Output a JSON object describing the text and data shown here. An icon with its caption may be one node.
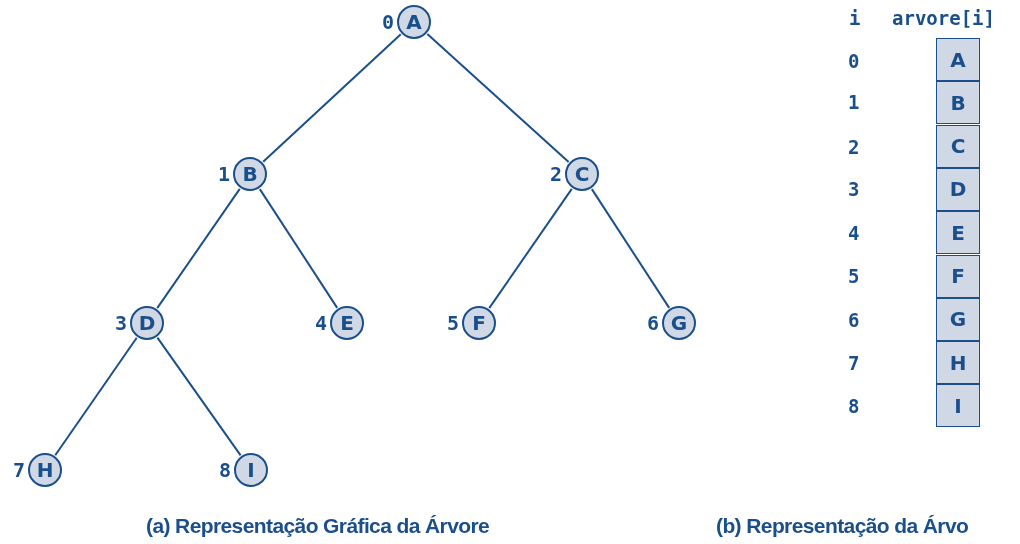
{
  "diagram": {
    "nodes": [
      {
        "text": [
          "A"
        ],
        "beside": [
          "0"
        ]
      },
      {
        "text": [
          "B"
        ],
        "beside": [
          "1"
        ]
      },
      {
        "text": [
          "C"
        ],
        "beside": [
          "2"
        ]
      },
      {
        "text": [
          "D"
        ],
        "beside": [
          "3"
        ]
      },
      {
        "text": [
          "E"
        ],
        "beside": [
          "4"
        ]
      },
      {
        "text": [
          "F"
        ],
        "beside": [
          "5"
        ]
      },
      {
        "text": [
          "G"
        ],
        "beside": [
          "6"
        ]
      },
      {
        "text": [
          "H"
        ],
        "beside": [
          "7"
        ]
      },
      {
        "text": [
          "I"
        ],
        "beside": [
          "8"
        ]
      }
    ],
    "edges": [
      {
        "from": 0,
        "to": 1,
        "arrow": "none"
      },
      {
        "from": 0,
        "to": 2,
        "arrow": "none"
      },
      {
        "from": 1,
        "to": 3,
        "arrow": "none"
      },
      {
        "from": 1,
        "to": 4,
        "arrow": "none"
      },
      {
        "from": 2,
        "to": 5,
        "arrow": "none"
      },
      {
        "from": 2,
        "to": 6,
        "arrow": "none"
      },
      {
        "from": 3,
        "to": 7,
        "arrow": "none"
      },
      {
        "from": 3,
        "to": 8,
        "arrow": "none"
      }
    ],
    "labels": [
      "i",
      "arvore[i]",
      "0",
      "A",
      "1",
      "B",
      "2",
      "C",
      "3",
      "D",
      "4",
      "E",
      "5",
      "F",
      "6",
      "G",
      "7",
      "H",
      "8",
      "I",
      "(a) Representação Gráfica da Árvore",
      "(b) Representação da Árvo"
    ]
  }
}
